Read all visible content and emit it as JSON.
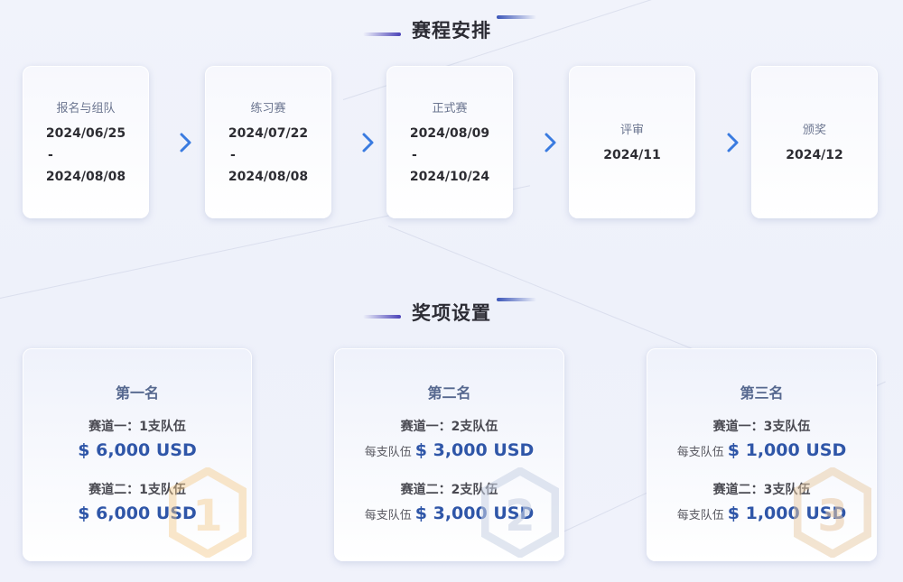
{
  "schedule": {
    "title": "赛程安排",
    "stages": [
      {
        "name": "报名与组队",
        "start": "2024/06/25",
        "sep": "-",
        "end": "2024/08/08"
      },
      {
        "name": "练习赛",
        "start": "2024/07/22",
        "sep": "-",
        "end": "2024/08/08"
      },
      {
        "name": "正式赛",
        "start": "2024/08/09",
        "sep": "-",
        "end": "2024/10/24"
      },
      {
        "name": "评审",
        "start": "2024/11"
      },
      {
        "name": "颁奖",
        "start": "2024/12"
      }
    ],
    "arrow_icon": "arrow-right-icon",
    "arrow_color": "#3a7be0"
  },
  "awards": {
    "title": "奖项设置",
    "prizes": [
      {
        "title": "第一名",
        "badge_number": "1",
        "badge_color": "#f5c98a",
        "tracks": [
          {
            "label": "赛道一：1支队伍",
            "per_team": "",
            "amount": "$ 6,000 USD"
          },
          {
            "label": "赛道二：1支队伍",
            "per_team": "",
            "amount": "$ 6,000 USD"
          }
        ]
      },
      {
        "title": "第二名",
        "badge_number": "2",
        "badge_color": "#c9d2e3",
        "tracks": [
          {
            "label": "赛道一：2支队伍",
            "per_team": "每支队伍",
            "amount": "$ 3,000 USD"
          },
          {
            "label": "赛道二：2支队伍",
            "per_team": "每支队伍",
            "amount": "$ 3,000 USD"
          }
        ]
      },
      {
        "title": "第三名",
        "badge_number": "3",
        "badge_color": "#e8c9a4",
        "tracks": [
          {
            "label": "赛道一：3支队伍",
            "per_team": "每支队伍",
            "amount": "$ 1,000 USD"
          },
          {
            "label": "赛道二：3支队伍",
            "per_team": "每支队伍",
            "amount": "$ 1,000 USD"
          }
        ]
      }
    ]
  },
  "colors": {
    "accent_blue": "#2f56a8",
    "heading_dark": "#2c2c34",
    "title_muted": "#56688f"
  }
}
